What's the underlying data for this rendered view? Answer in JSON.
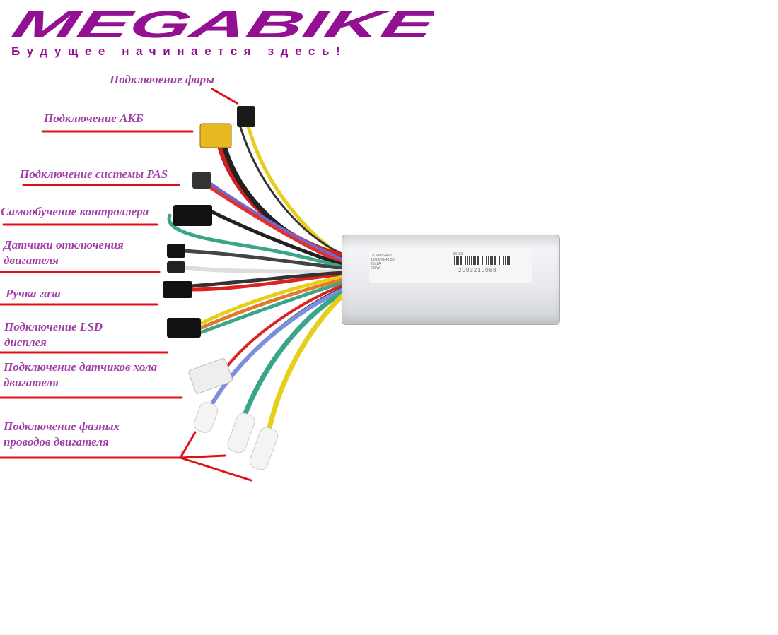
{
  "brand": {
    "logo_text": "MEGABIKE",
    "slogan": "Будущее начинается здесь!"
  },
  "labels": [
    {
      "id": "headlight",
      "lines": [
        "Подключение фары"
      ]
    },
    {
      "id": "battery",
      "lines": [
        "Подключение АКБ"
      ]
    },
    {
      "id": "pas",
      "lines": [
        "Подключение системы PAS"
      ]
    },
    {
      "id": "self-learning",
      "lines": [
        "Самообучение контроллера"
      ]
    },
    {
      "id": "brake-sensors",
      "lines": [
        "Датчики отключения",
        "двигателя"
      ]
    },
    {
      "id": "throttle",
      "lines": [
        "Ручка газа"
      ]
    },
    {
      "id": "display",
      "lines": [
        "Подключение LSD",
        "дисплея"
      ]
    },
    {
      "id": "hall",
      "lines": [
        "Подключение датчиков хола",
        "двигателя"
      ]
    },
    {
      "id": "phase",
      "lines": [
        "Подключение фазных",
        "проводов двигателя"
      ]
    }
  ],
  "controller": {
    "spec_lines": [
      "DC24/36/48V",
      "19/29/39/42.5V",
      "25±1A",
      "600W"
    ],
    "model": "SX-S1",
    "serial": "2003210088"
  },
  "colors": {
    "label": "#a040a8",
    "pointer": "#e0101a",
    "logo": "#931093"
  }
}
